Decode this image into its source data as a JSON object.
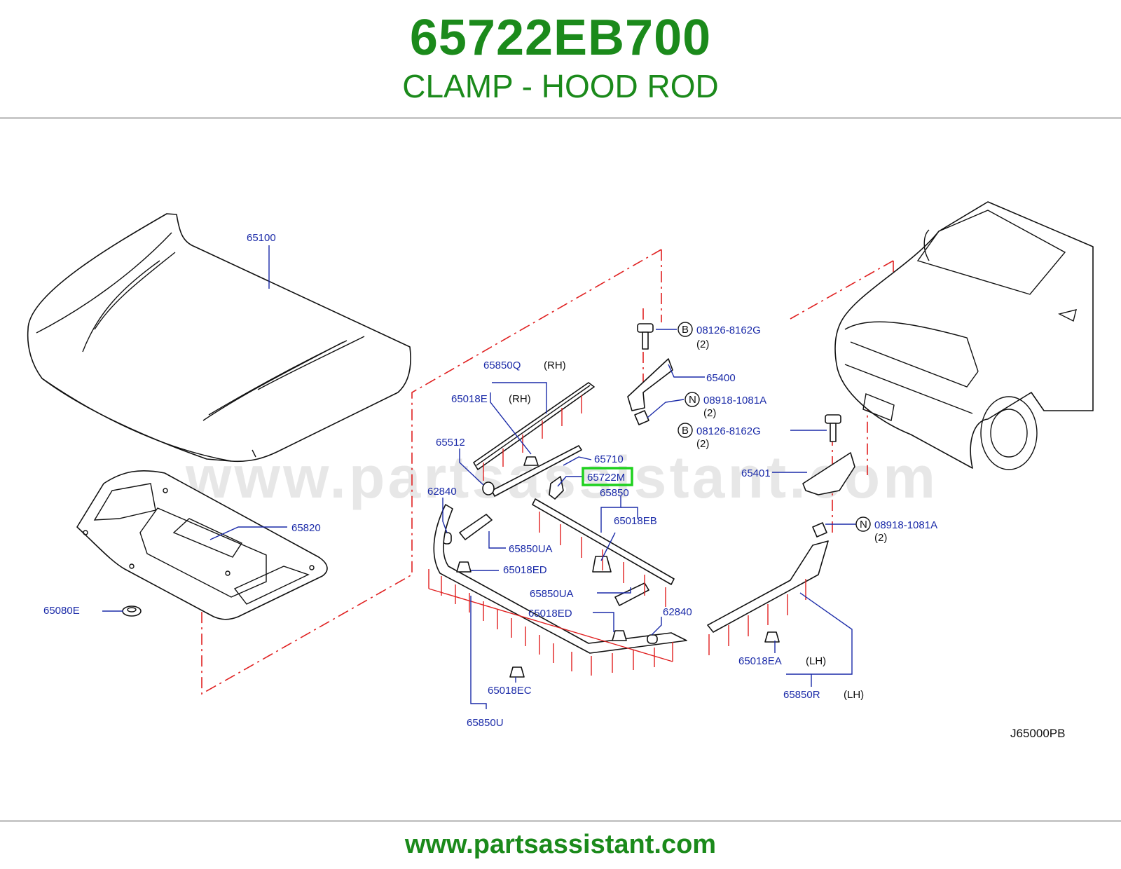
{
  "header": {
    "part_number": "65722EB700",
    "part_description": "CLAMP - HOOD ROD"
  },
  "watermark": "www.partsassistant.com",
  "footer": {
    "url": "www.partsassistant.com"
  },
  "diagram": {
    "reference_code": "J65000PB",
    "highlight_color": "#1fd11f",
    "label_color": "#1a2aa8",
    "phantom_line_color": "#e02020",
    "callouts": [
      {
        "id": "65100",
        "text": "65100"
      },
      {
        "id": "65820",
        "text": "65820"
      },
      {
        "id": "65080E",
        "text": "65080E"
      },
      {
        "id": "65850Q",
        "text": "65850Q",
        "side": "(RH)"
      },
      {
        "id": "65018E",
        "text": "65018E",
        "side": "(RH)"
      },
      {
        "id": "65512",
        "text": "65512"
      },
      {
        "id": "65710",
        "text": "65710"
      },
      {
        "id": "65722M",
        "text": "65722M",
        "highlighted": true
      },
      {
        "id": "65850",
        "text": "65850"
      },
      {
        "id": "62840-a",
        "text": "62840"
      },
      {
        "id": "65018EB",
        "text": "65018EB"
      },
      {
        "id": "65850UA-a",
        "text": "65850UA"
      },
      {
        "id": "65018ED-a",
        "text": "65018ED"
      },
      {
        "id": "65850UA-b",
        "text": "65850UA"
      },
      {
        "id": "65018ED-b",
        "text": "65018ED"
      },
      {
        "id": "62840-b",
        "text": "62840"
      },
      {
        "id": "65018EC",
        "text": "65018EC"
      },
      {
        "id": "65850U",
        "text": "65850U"
      },
      {
        "id": "bolt-1",
        "text": "08126-8162G",
        "prefix": "B",
        "qty": "(2)"
      },
      {
        "id": "65400",
        "text": "65400"
      },
      {
        "id": "nut-1",
        "text": "08918-1081A",
        "prefix": "N",
        "qty": "(2)"
      },
      {
        "id": "bolt-2",
        "text": "08126-8162G",
        "prefix": "B",
        "qty": "(2)"
      },
      {
        "id": "65401",
        "text": "65401"
      },
      {
        "id": "nut-2",
        "text": "08918-1081A",
        "prefix": "N",
        "qty": "(2)"
      },
      {
        "id": "65018EA",
        "text": "65018EA",
        "side": "(LH)"
      },
      {
        "id": "65850R",
        "text": "65850R",
        "side": "(LH)"
      }
    ]
  }
}
